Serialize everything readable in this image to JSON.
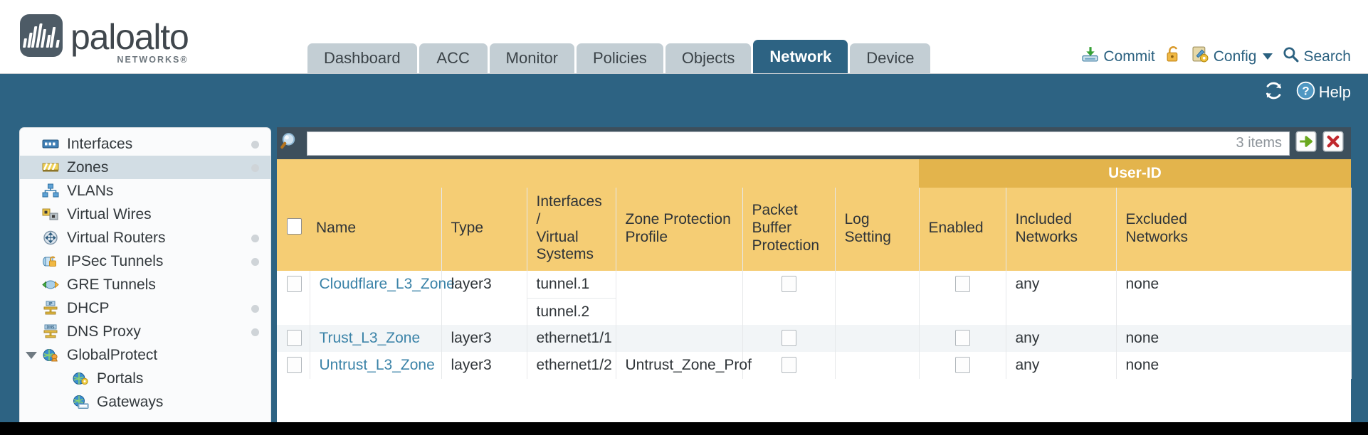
{
  "brand": {
    "name": "paloalto",
    "sub": "NETWORKS®",
    "logo_icon": "paloalto-logo-icon"
  },
  "nav": {
    "tabs": [
      {
        "label": "Dashboard",
        "active": false
      },
      {
        "label": "ACC",
        "active": false
      },
      {
        "label": "Monitor",
        "active": false
      },
      {
        "label": "Policies",
        "active": false
      },
      {
        "label": "Objects",
        "active": false
      },
      {
        "label": "Network",
        "active": true
      },
      {
        "label": "Device",
        "active": false
      }
    ]
  },
  "top_actions": {
    "commit": "Commit",
    "lock_icon": "padlock-icon",
    "config": "Config",
    "config_caret": "chevron-down-icon",
    "search": "Search",
    "commit_icon": "commit-download-icon",
    "config_icon": "config-wrench-icon",
    "search_icon": "search-magnifier-icon"
  },
  "help_bar": {
    "refresh_icon": "refresh-icon",
    "help_icon": "help-question-icon",
    "help_label": "Help"
  },
  "sidebar": {
    "items": [
      {
        "label": "Interfaces",
        "icon": "interfaces-icon",
        "selected": false,
        "dot": true,
        "child": false,
        "twisty": false
      },
      {
        "label": "Zones",
        "icon": "zones-icon",
        "selected": true,
        "dot": true,
        "child": false,
        "twisty": false
      },
      {
        "label": "VLANs",
        "icon": "vlans-icon",
        "selected": false,
        "dot": false,
        "child": false,
        "twisty": false
      },
      {
        "label": "Virtual Wires",
        "icon": "virtual-wires-icon",
        "selected": false,
        "dot": false,
        "child": false,
        "twisty": false
      },
      {
        "label": "Virtual Routers",
        "icon": "virtual-routers-icon",
        "selected": false,
        "dot": true,
        "child": false,
        "twisty": false
      },
      {
        "label": "IPSec Tunnels",
        "icon": "ipsec-tunnels-icon",
        "selected": false,
        "dot": true,
        "child": false,
        "twisty": false
      },
      {
        "label": "GRE Tunnels",
        "icon": "gre-tunnels-icon",
        "selected": false,
        "dot": false,
        "child": false,
        "twisty": false
      },
      {
        "label": "DHCP",
        "icon": "dhcp-icon",
        "selected": false,
        "dot": true,
        "child": false,
        "twisty": false
      },
      {
        "label": "DNS Proxy",
        "icon": "dns-proxy-icon",
        "selected": false,
        "dot": true,
        "child": false,
        "twisty": false
      },
      {
        "label": "GlobalProtect",
        "icon": "globalprotect-icon",
        "selected": false,
        "dot": false,
        "child": false,
        "twisty": true
      },
      {
        "label": "Portals",
        "icon": "portals-icon",
        "selected": false,
        "dot": false,
        "child": true,
        "twisty": false
      },
      {
        "label": "Gateways",
        "icon": "gateways-icon",
        "selected": false,
        "dot": false,
        "child": true,
        "twisty": false
      }
    ]
  },
  "search": {
    "value": "",
    "placeholder": "",
    "item_count": "3 items",
    "search_icon": "search-magnifier-icon",
    "go_icon": "green-arrow-apply-icon",
    "clear_icon": "red-x-clear-icon"
  },
  "table": {
    "group_header": "User-ID",
    "columns": [
      {
        "key": "check",
        "label": ""
      },
      {
        "key": "name",
        "label": "Name"
      },
      {
        "key": "type",
        "label": "Type"
      },
      {
        "key": "ifaces",
        "label": "Interfaces / Virtual Systems"
      },
      {
        "key": "zpp",
        "label": "Zone Protection Profile"
      },
      {
        "key": "pbp",
        "label": "Packet Buffer Protection"
      },
      {
        "key": "log",
        "label": "Log Setting"
      },
      {
        "key": "enabled",
        "label": "Enabled"
      },
      {
        "key": "incl",
        "label": "Included Networks"
      },
      {
        "key": "excl",
        "label": "Excluded Networks"
      }
    ],
    "header_lines": {
      "ifaces": [
        "Interfaces /",
        "Virtual",
        "Systems"
      ],
      "zpp": [
        "Zone Protection",
        "Profile"
      ],
      "pbp": [
        "Packet Buffer",
        "Protection"
      ],
      "log": [
        "Log Setting"
      ],
      "enabled": [
        "Enabled"
      ],
      "incl": [
        "Included",
        "Networks"
      ],
      "excl": [
        "Excluded",
        "Networks"
      ],
      "name": [
        "Name"
      ],
      "type": [
        "Type"
      ]
    },
    "select_all_checkbox": false,
    "rows": [
      {
        "selected": false,
        "name": "Cloudflare_L3_Zone",
        "type": "layer3",
        "interfaces": [
          "tunnel.1",
          "tunnel.2"
        ],
        "zone_protection_profile": "",
        "packet_buffer_protection": false,
        "log_setting": "",
        "userid_enabled": false,
        "included_networks": "any",
        "excluded_networks": "none"
      },
      {
        "selected": false,
        "name": "Trust_L3_Zone",
        "type": "layer3",
        "interfaces": [
          "ethernet1/1"
        ],
        "zone_protection_profile": "",
        "packet_buffer_protection": false,
        "log_setting": "",
        "userid_enabled": false,
        "included_networks": "any",
        "excluded_networks": "none"
      },
      {
        "selected": false,
        "name": "Untrust_L3_Zone",
        "type": "layer3",
        "interfaces": [
          "ethernet1/2"
        ],
        "zone_protection_profile": "Untrust_Zone_Prof",
        "packet_buffer_protection": false,
        "log_setting": "",
        "userid_enabled": false,
        "included_networks": "any",
        "excluded_networks": "none"
      }
    ]
  },
  "colors": {
    "brand_blue": "#2d6383",
    "tab_inactive": "#c3ced4",
    "header_gold": "#f5cd74",
    "group_gold": "#e3b44c",
    "link_blue": "#3b83a8",
    "panel_dark": "#3d4f5c"
  }
}
